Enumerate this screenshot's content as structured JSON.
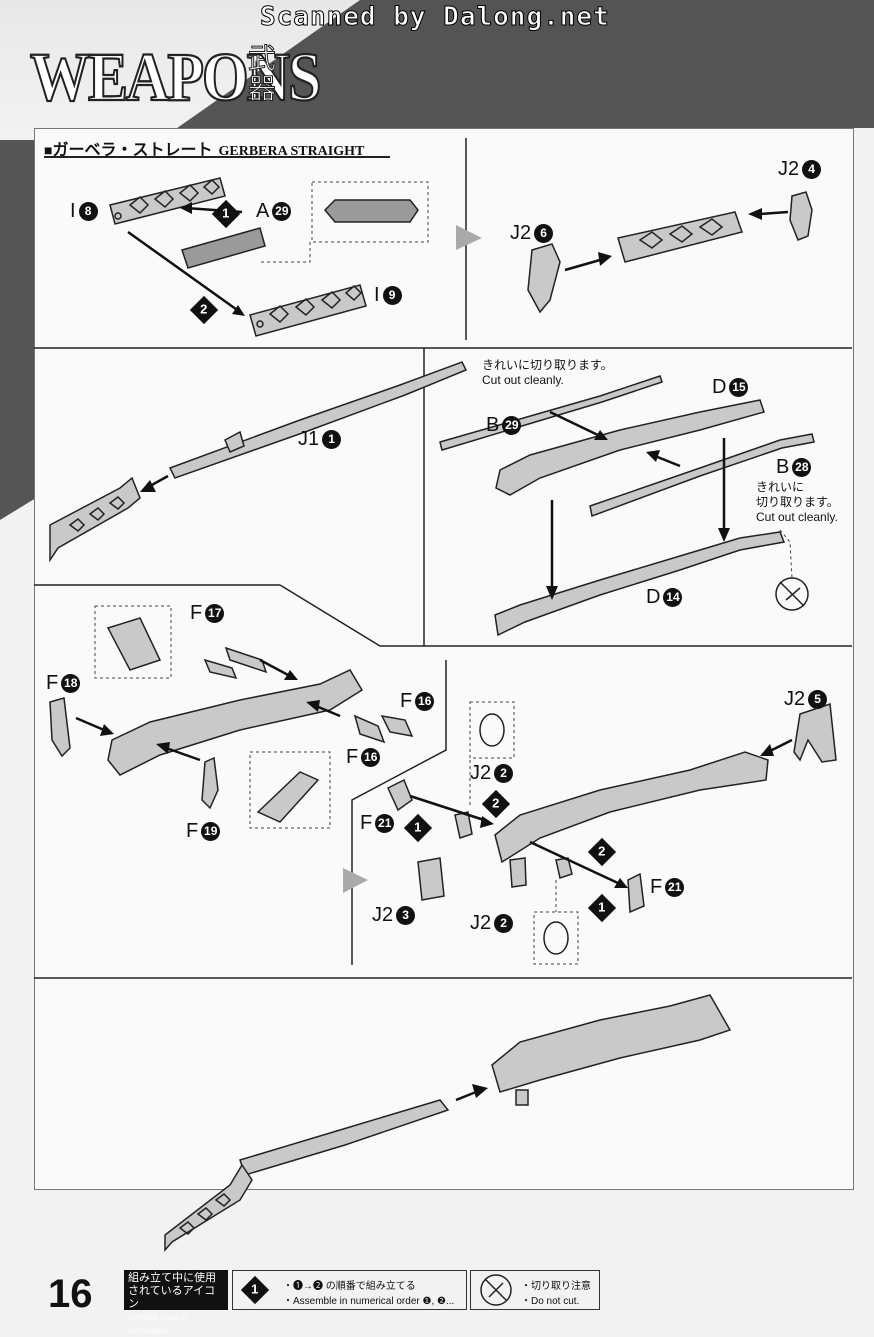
{
  "watermark": "Scanned by Dalong.net",
  "page": {
    "title": "WEAPONS",
    "title_jp": "武器",
    "number": "16"
  },
  "section": {
    "title_jp": "ガーベラ・ストレート",
    "title_en": "GERBERA STRAIGHT"
  },
  "parts": {
    "i8": {
      "letter": "I",
      "num": "8"
    },
    "a29": {
      "letter": "A",
      "num": "29"
    },
    "i9": {
      "letter": "I",
      "num": "9"
    },
    "j2_6": {
      "letter": "J2",
      "num": "6"
    },
    "j2_4": {
      "letter": "J2",
      "num": "4"
    },
    "j1_1": {
      "letter": "J1",
      "num": "1"
    },
    "b29": {
      "letter": "B",
      "num": "29"
    },
    "d15": {
      "letter": "D",
      "num": "15"
    },
    "b28": {
      "letter": "B",
      "num": "28"
    },
    "d14": {
      "letter": "D",
      "num": "14"
    },
    "f17": {
      "letter": "F",
      "num": "17"
    },
    "f18": {
      "letter": "F",
      "num": "18"
    },
    "f16a": {
      "letter": "F",
      "num": "16"
    },
    "f16b": {
      "letter": "F",
      "num": "16"
    },
    "f19": {
      "letter": "F",
      "num": "19"
    },
    "j2_5": {
      "letter": "J2",
      "num": "5"
    },
    "j2_2a": {
      "letter": "J2",
      "num": "2"
    },
    "f21a": {
      "letter": "F",
      "num": "21"
    },
    "j2_3": {
      "letter": "J2",
      "num": "3"
    },
    "j2_2b": {
      "letter": "J2",
      "num": "2"
    },
    "f21b": {
      "letter": "F",
      "num": "21"
    }
  },
  "steps": {
    "s1": "1",
    "s2": "2"
  },
  "notes": {
    "cut_clean_jp": "きれいに切り取ります。",
    "cut_clean_en": "Cut out cleanly.",
    "cut_clean_jp2a": "きれいに",
    "cut_clean_jp2b": "切り取ります。",
    "cut_clean_en2": "Cut out cleanly."
  },
  "footer": {
    "symbols_jp1": "組み立て中に使用",
    "symbols_jp2": "されているアイコン",
    "symbols_en": "Symbols used in instructions",
    "order_jp": "・❶→❷ の順番で組み立てる",
    "order_en": "・Assemble in numerical order ❶, ❷...",
    "cut_jp": "・切り取り注意",
    "cut_en": "・Do not cut."
  }
}
